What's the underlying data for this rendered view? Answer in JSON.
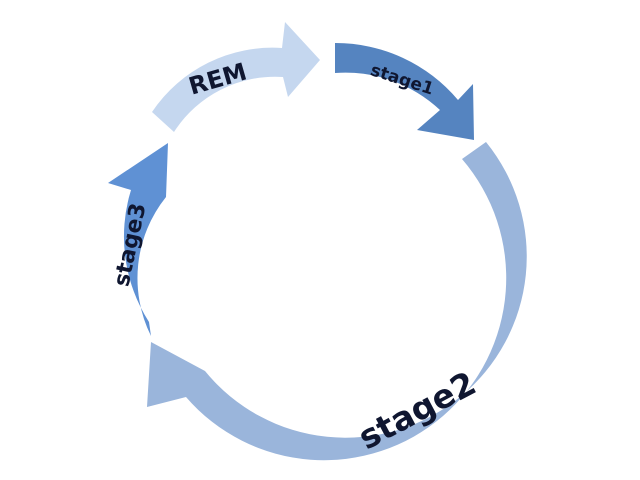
{
  "diagram": {
    "type": "cycle",
    "segments": [
      {
        "id": "rem",
        "label": "REM",
        "color": "#c5d7ef"
      },
      {
        "id": "stage1",
        "label": "stage1",
        "color": "#5584c0"
      },
      {
        "id": "stage2",
        "label": "stage2",
        "color": "#9ab5db"
      },
      {
        "id": "stage3",
        "label": "stage3",
        "color": "#5f91d4"
      }
    ],
    "label_color": "#0f1630"
  }
}
